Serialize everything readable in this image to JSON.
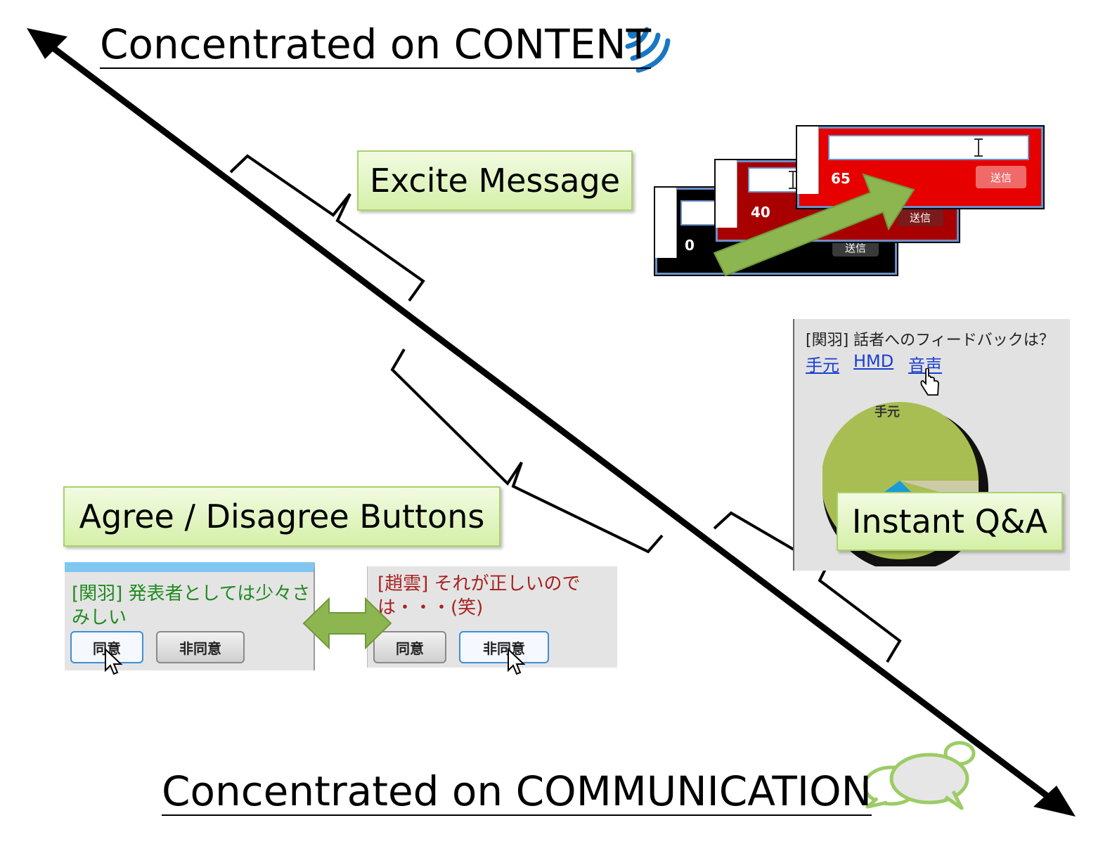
{
  "headings": {
    "content": "Concentrated on CONTENT",
    "communication": "Concentrated on COMMUNICATION"
  },
  "callouts": {
    "excite": "Excite Message",
    "agree": "Agree / Disagree Buttons",
    "qa": "Instant Q&A"
  },
  "excite_windows": [
    {
      "count": "0",
      "send": "送信",
      "bg": "#000000",
      "button_bg": "#3a3a3a"
    },
    {
      "count": "40",
      "send": "送信",
      "bg": "#a80000",
      "button_bg": "#7a1a1a"
    },
    {
      "count": "65",
      "send": "送信",
      "bg": "#e60000",
      "button_bg": "#f06a6a"
    }
  ],
  "qa": {
    "question": "[関羽] 話者へのフィードバックは？",
    "options": [
      "手元",
      "HMD",
      "音声"
    ],
    "pie_label": "手元"
  },
  "comments": [
    {
      "text": "[関羽] 発表者としては少々さみしい",
      "color": "#1f8a1f",
      "agree": "同意",
      "disagree": "非同意",
      "selected": "agree"
    },
    {
      "text": "[趙雲] それが正しいのでは・・・(笑)",
      "color": "#a82020",
      "agree": "同意",
      "disagree": "非同意",
      "selected": "disagree"
    }
  ],
  "colors": {
    "callout_bg": "#d5f0a8",
    "callout_border": "#a9d26a",
    "arrow_green": "#8db550",
    "link_blue": "#1a3fd0",
    "wifi_blue": "#1777c4",
    "bubble_green": "#9ccc65"
  },
  "icons": [
    "broadcast-icon",
    "chat-bubbles-icon",
    "text-cursor-icon",
    "hand-pointer-icon",
    "mouse-pointer-icon"
  ]
}
